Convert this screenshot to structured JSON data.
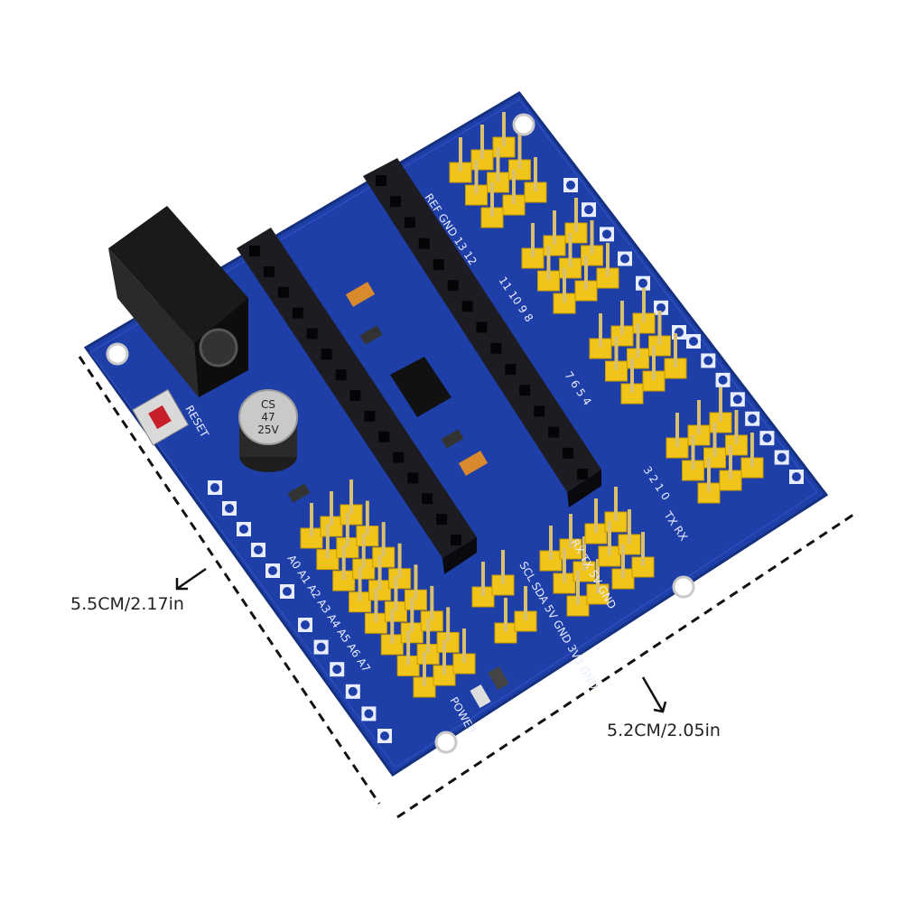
{
  "product": {
    "board_color": "#1f3fa8",
    "header_color": "#1c1c22",
    "pin_color": "#f0c419",
    "silkscreen": {
      "reset": "RESET",
      "power": "POWER",
      "capacitor": [
        "CS",
        "47",
        "25V"
      ],
      "analog": "A0 A1 A2 A3 A4 A5 A6 A7",
      "digital_top": "REF GND 13 12",
      "digital_mid": "11 10 9 8",
      "digital_low": "7 6 5 4",
      "digital_end": "3 2 1 0",
      "txrx": "TX RX",
      "i2c": "SCL SDA 5V GND 3V3 GND",
      "serial": "RX TX 5V GND"
    }
  },
  "dimensions": {
    "width_label": "5.5CM/2.17in",
    "depth_label": "5.2CM/2.05in"
  }
}
